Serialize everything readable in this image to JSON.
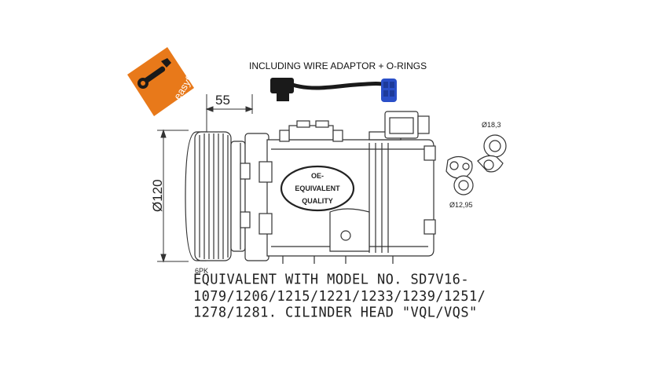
{
  "badge": {
    "text": "easyfit",
    "color": "#e8791a"
  },
  "header": {
    "accessory_note": "INCLUDING WIRE ADAPTOR + O-RINGS"
  },
  "dimensions": {
    "pulley_width": "55",
    "pulley_diameter": "Ø120",
    "pulley_grooves": "6PK",
    "oring_large": "Ø18,3",
    "oring_small": "Ø12,95"
  },
  "stamp": {
    "line1": "OE-",
    "line2": "EQUIVALENT",
    "line3": "QUALITY"
  },
  "caption": {
    "line1": "EQUIVALENT WITH MODEL NO. SD7V16-",
    "line2": "1079/1206/1215/1221/1233/1239/1251/",
    "line3": "1278/1281. CILINDER HEAD \"VQL/VQS\""
  },
  "colors": {
    "line": "#333333",
    "connector_blue": "#2a4fc8",
    "connector_black": "#1a1a1a"
  }
}
